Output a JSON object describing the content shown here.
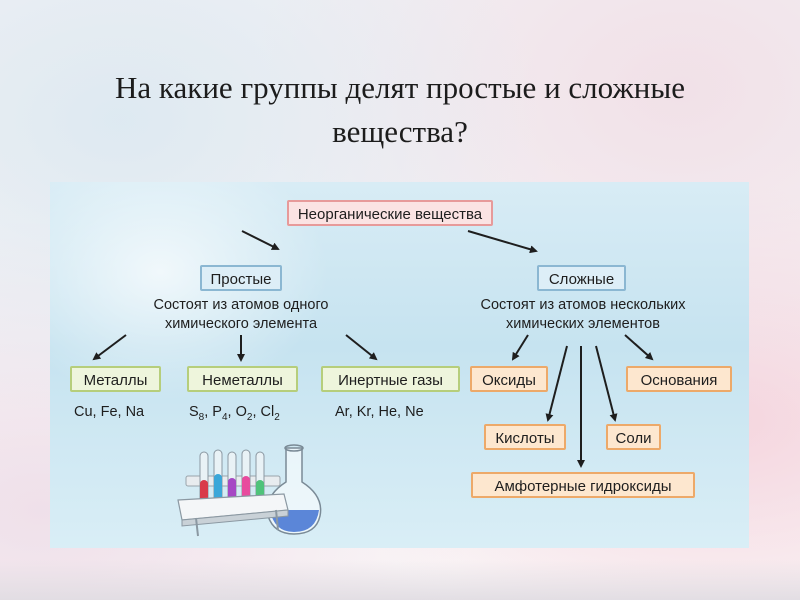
{
  "slide": {
    "title_line1": "На какие группы делят простые и сложные",
    "title_line2": "вещества?"
  },
  "diagram": {
    "root": "Неорганические вещества",
    "simple": {
      "label": "Простые",
      "description_line1": "Состоят из атомов одного",
      "description_line2": "химического элемента",
      "groups": [
        {
          "label": "Металлы",
          "examples": "Cu, Fe, Na"
        },
        {
          "label": "Неметаллы",
          "examples_parts": [
            "S",
            "8",
            ", P",
            "4",
            ", O",
            "2",
            ", Cl",
            "2"
          ]
        },
        {
          "label": "Инертные газы",
          "examples": "Ar, Kr, He, Ne"
        }
      ]
    },
    "complex": {
      "label": "Сложные",
      "description_line1": "Состоят из атомов нескольких",
      "description_line2": "химических элементов",
      "groups": [
        {
          "label": "Оксиды"
        },
        {
          "label": "Основания"
        },
        {
          "label": "Кислоты"
        },
        {
          "label": "Соли"
        },
        {
          "label": "Амфотерные гидроксиды"
        }
      ]
    }
  },
  "colors": {
    "root_border": "#e79a9a",
    "level_border": "#8bb7d2",
    "simple_group_border": "#b6ce7b",
    "complex_group_border": "#eda969",
    "panel_background": "#c6e3f0"
  },
  "illustration": {
    "icon": "lab-glassware-icon"
  }
}
